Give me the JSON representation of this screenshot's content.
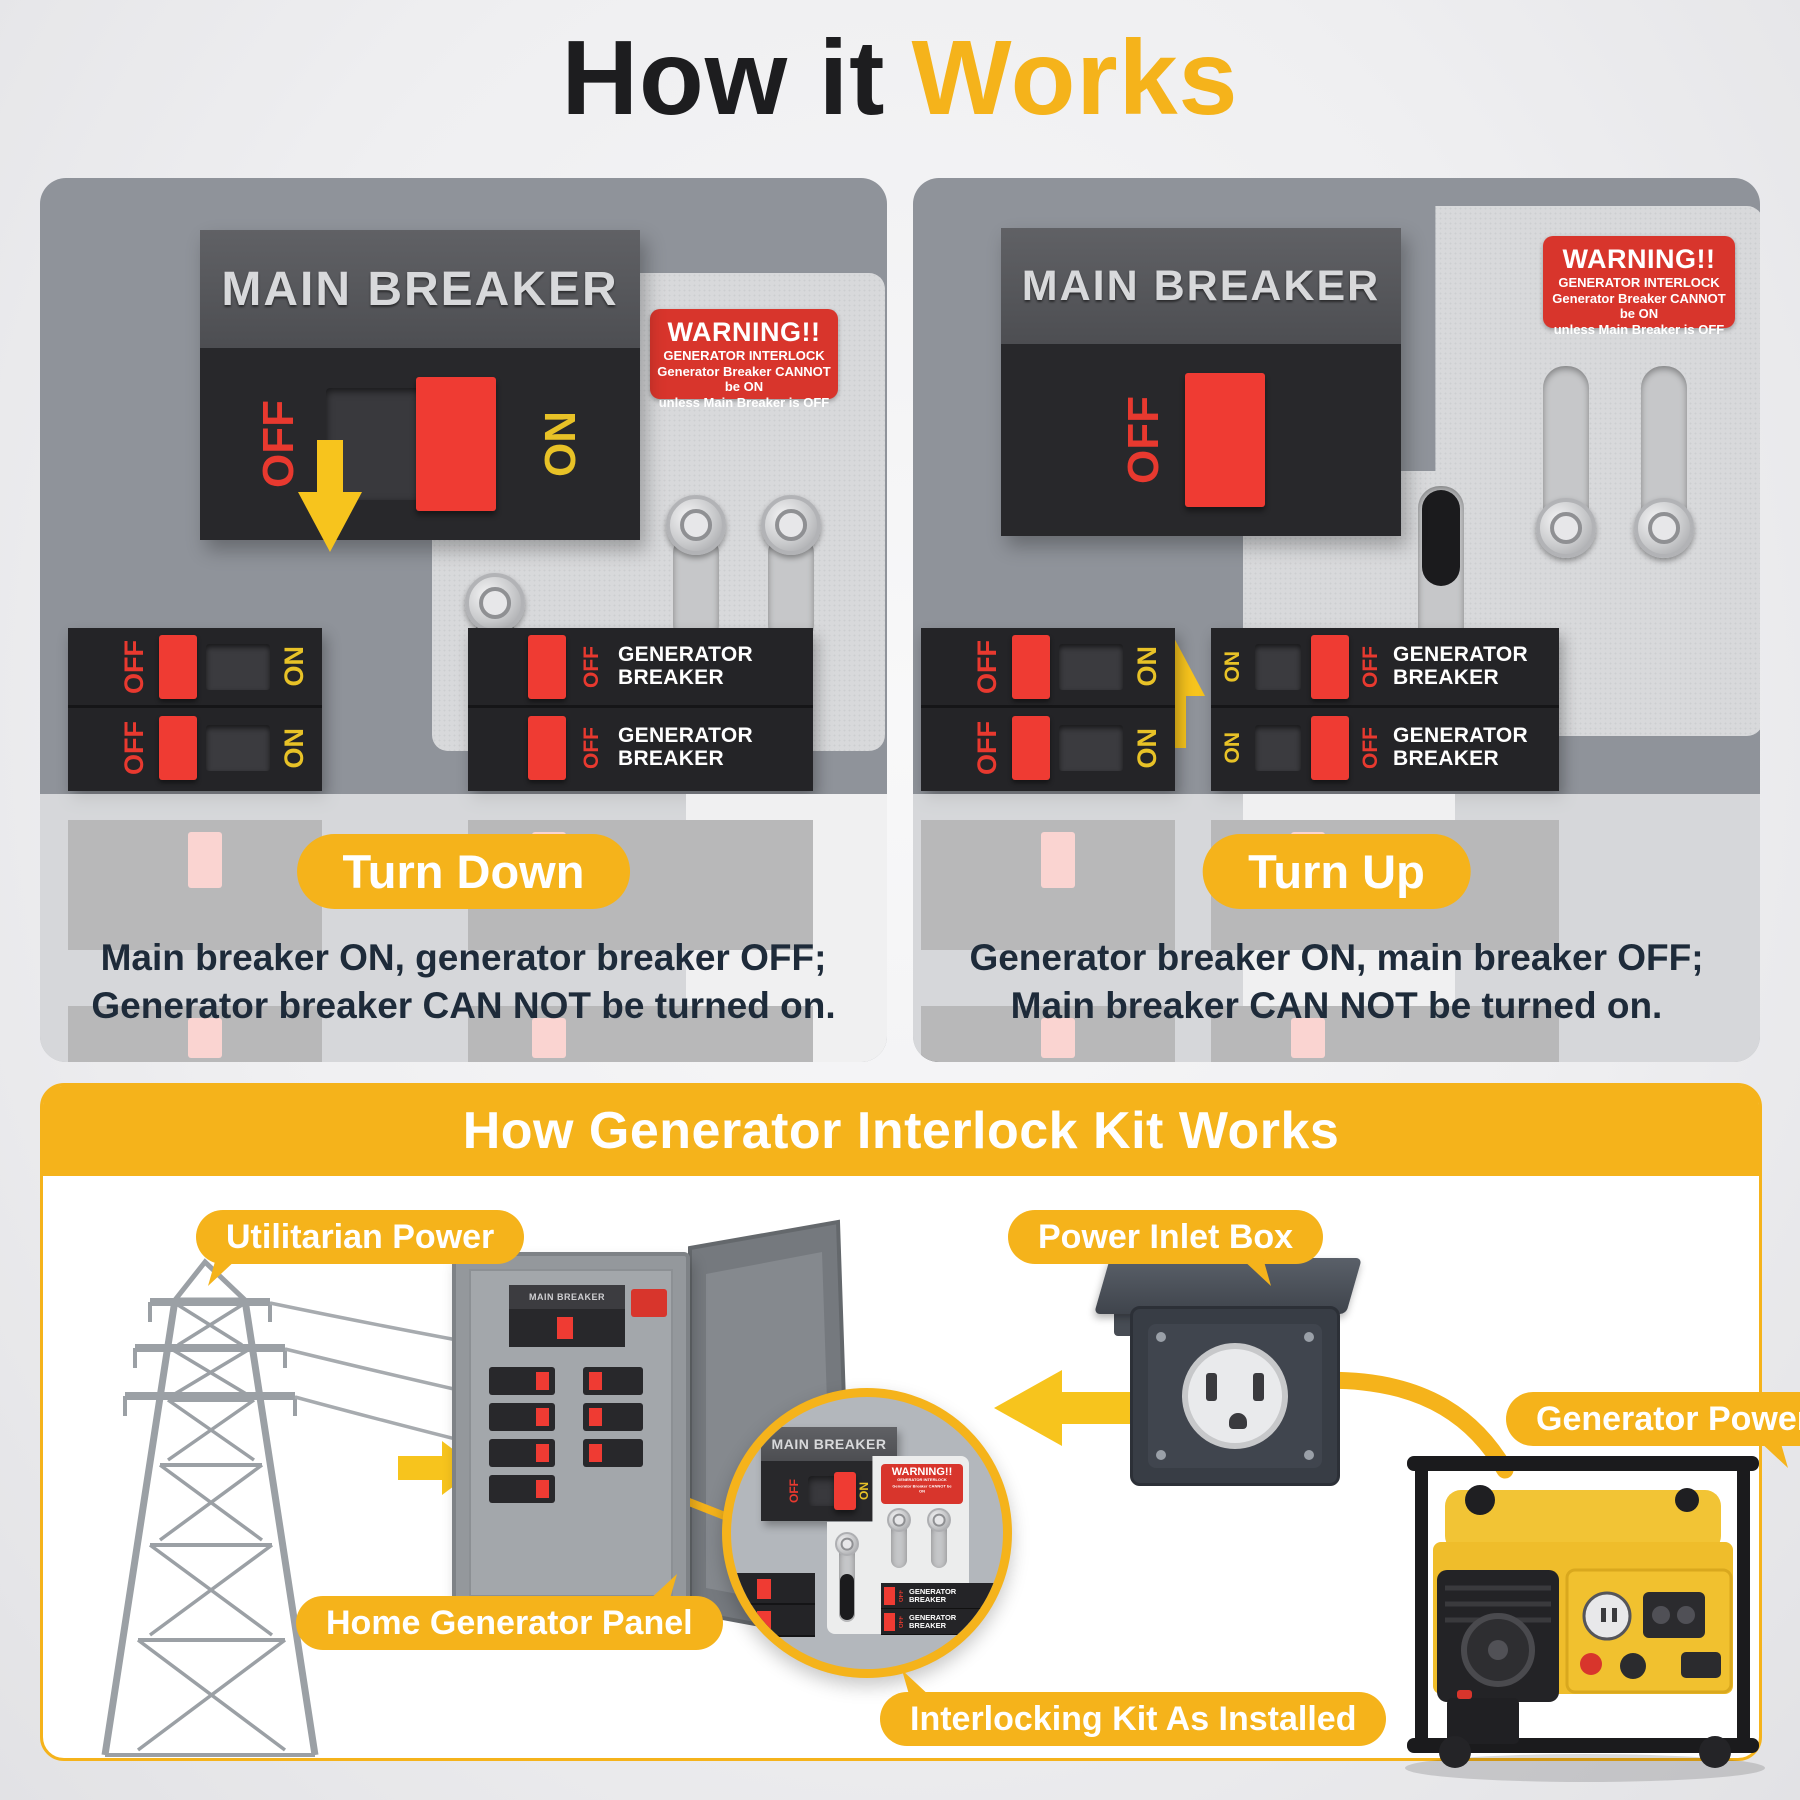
{
  "title": {
    "black": "How it",
    "yellow": "Works"
  },
  "labels": {
    "main_breaker": "MAIN BREAKER",
    "generator_breaker": "GENERATOR BREAKER",
    "off": "OFF",
    "on": "ON"
  },
  "warning": {
    "title": "WARNING!!",
    "line1": "GENERATOR INTERLOCK",
    "line2": "Generator Breaker CANNOT be ON",
    "line3": "unless Main Breaker is OFF"
  },
  "panels": {
    "left": {
      "action": "Turn Down",
      "desc1": "Main breaker ON, generator breaker OFF;",
      "desc2": "Generator breaker CAN NOT be turned on."
    },
    "right": {
      "action": "Turn Up",
      "desc1": "Generator breaker ON, main breaker OFF;",
      "desc2": "Main breaker CAN NOT be turned on."
    }
  },
  "diagram": {
    "header": "How Generator Interlock Kit Works",
    "callouts": {
      "utilitarian_power": "Utilitarian Power",
      "power_inlet_box": "Power Inlet Box",
      "generator_power": "Generator Power",
      "home_generator_panel": "Home Generator Panel",
      "interlocking_kit": "Interlocking Kit As Installed"
    }
  },
  "colors": {
    "accent_yellow": "#F5B31B",
    "arrow_yellow": "#F7C41D",
    "warning_red": "#D8352C",
    "switch_red": "#EF3B33",
    "panel_gray": "#8F939A",
    "text_navy": "#1E2B3A"
  }
}
